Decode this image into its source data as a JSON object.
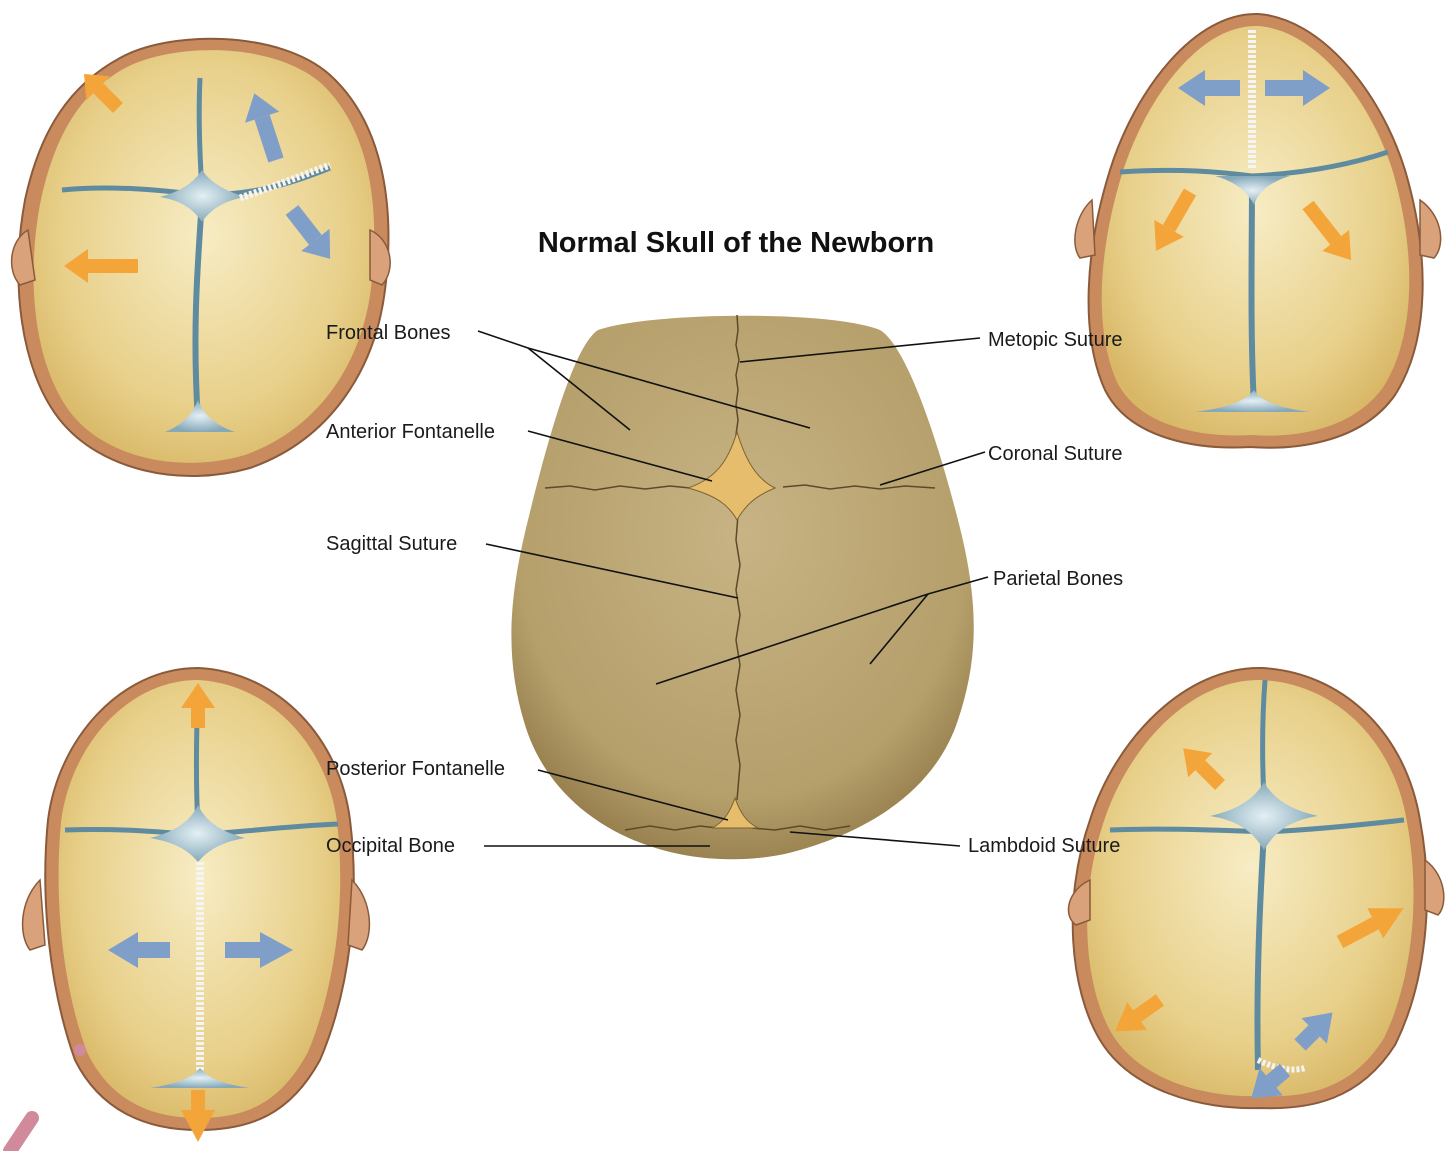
{
  "title": "Normal Skull of the Newborn",
  "labels": {
    "frontal_bones": "Frontal Bones",
    "anterior_fontanelle": "Anterior Fontanelle",
    "sagittal_suture": "Sagittal Suture",
    "posterior_fontanelle": "Posterior Fontanelle",
    "occipital_bone": "Occipital Bone",
    "metopic_suture": "Metopic Suture",
    "coronal_suture": "Coronal Suture",
    "parietal_bones": "Parietal Bones",
    "lambdoid_suture": "Lambdoid Suture"
  },
  "colors": {
    "skull_rim": "#c98a5e",
    "skull_bone": "#e8d08a",
    "suture_blue": "#7a9fb3",
    "arrow_orange": "#f4a53a",
    "arrow_blue": "#7f9fc9",
    "center_skull": "#b09a66",
    "fontanelle_fill": "#e6bd6c"
  },
  "icons": {
    "expansion_arrow": "arrow-icon"
  }
}
